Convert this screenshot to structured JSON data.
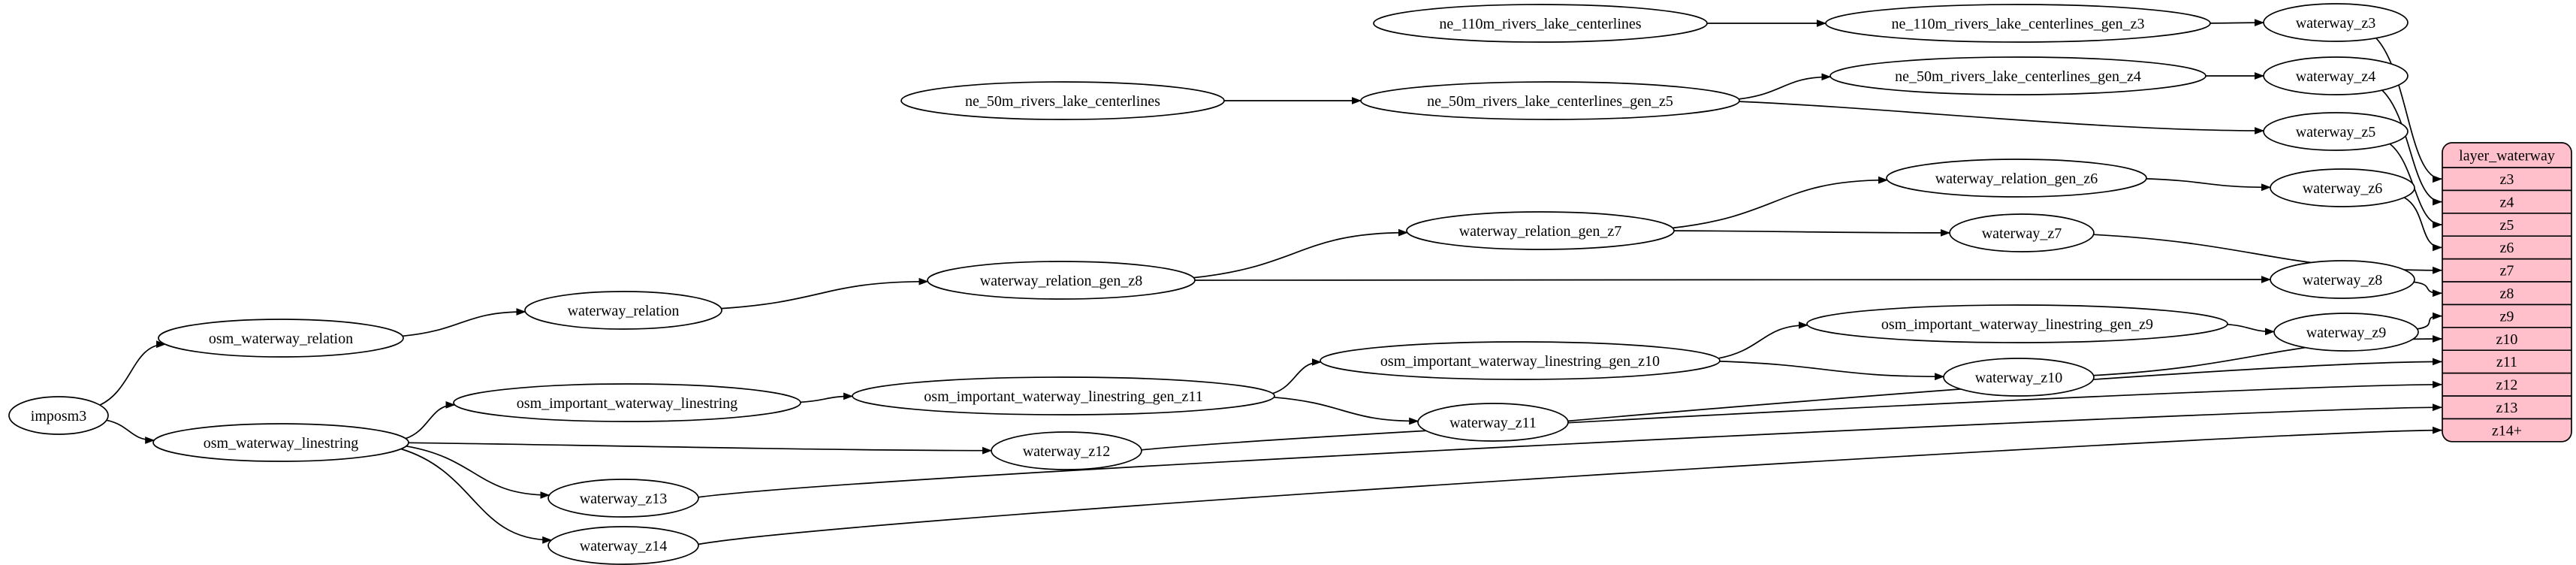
{
  "diagram": {
    "type": "graphviz-dependency-graph",
    "background": "#ffffff",
    "colors": {
      "node_fill": "#ffffff",
      "node_stroke": "#000000",
      "edge_color": "#000000",
      "record_fill": "#ffc0cb",
      "record_stroke": "#000000",
      "text_color": "#000000"
    },
    "record": {
      "title": "layer_waterway",
      "rows": [
        "z3",
        "z4",
        "z5",
        "z6",
        "z7",
        "z8",
        "z9",
        "z10",
        "z11",
        "z12",
        "z13",
        "z14+"
      ]
    },
    "nodes": [
      {
        "id": "imposm3",
        "label": "imposm3"
      },
      {
        "id": "osm_waterway_relation",
        "label": "osm_waterway_relation"
      },
      {
        "id": "osm_waterway_linestring",
        "label": "osm_waterway_linestring"
      },
      {
        "id": "waterway_relation",
        "label": "waterway_relation"
      },
      {
        "id": "waterway_relation_gen_z8",
        "label": "waterway_relation_gen_z8"
      },
      {
        "id": "waterway_relation_gen_z7",
        "label": "waterway_relation_gen_z7"
      },
      {
        "id": "waterway_relation_gen_z6",
        "label": "waterway_relation_gen_z6"
      },
      {
        "id": "ne_110m_rivers_lake_centerlines",
        "label": "ne_110m_rivers_lake_centerlines"
      },
      {
        "id": "ne_110m_rivers_lake_centerlines_gen_z3",
        "label": "ne_110m_rivers_lake_centerlines_gen_z3"
      },
      {
        "id": "ne_50m_rivers_lake_centerlines",
        "label": "ne_50m_rivers_lake_centerlines"
      },
      {
        "id": "ne_50m_rivers_lake_centerlines_gen_z5",
        "label": "ne_50m_rivers_lake_centerlines_gen_z5"
      },
      {
        "id": "ne_50m_rivers_lake_centerlines_gen_z4",
        "label": "ne_50m_rivers_lake_centerlines_gen_z4"
      },
      {
        "id": "osm_important_waterway_linestring",
        "label": "osm_important_waterway_linestring"
      },
      {
        "id": "osm_important_waterway_linestring_gen_z11",
        "label": "osm_important_waterway_linestring_gen_z11"
      },
      {
        "id": "osm_important_waterway_linestring_gen_z10",
        "label": "osm_important_waterway_linestring_gen_z10"
      },
      {
        "id": "osm_important_waterway_linestring_gen_z9",
        "label": "osm_important_waterway_linestring_gen_z9"
      },
      {
        "id": "waterway_z3",
        "label": "waterway_z3"
      },
      {
        "id": "waterway_z4",
        "label": "waterway_z4"
      },
      {
        "id": "waterway_z5",
        "label": "waterway_z5"
      },
      {
        "id": "waterway_z6",
        "label": "waterway_z6"
      },
      {
        "id": "waterway_z7",
        "label": "waterway_z7"
      },
      {
        "id": "waterway_z8",
        "label": "waterway_z8"
      },
      {
        "id": "waterway_z9",
        "label": "waterway_z9"
      },
      {
        "id": "waterway_z10",
        "label": "waterway_z10"
      },
      {
        "id": "waterway_z11",
        "label": "waterway_z11"
      },
      {
        "id": "waterway_z12",
        "label": "waterway_z12"
      },
      {
        "id": "waterway_z13",
        "label": "waterway_z13"
      },
      {
        "id": "waterway_z14",
        "label": "waterway_z14"
      }
    ],
    "edges": [
      [
        "ne_110m_rivers_lake_centerlines",
        "ne_110m_rivers_lake_centerlines_gen_z3"
      ],
      [
        "ne_110m_rivers_lake_centerlines_gen_z3",
        "waterway_z3"
      ],
      [
        "ne_50m_rivers_lake_centerlines",
        "ne_50m_rivers_lake_centerlines_gen_z5"
      ],
      [
        "ne_50m_rivers_lake_centerlines_gen_z5",
        "ne_50m_rivers_lake_centerlines_gen_z4"
      ],
      [
        "ne_50m_rivers_lake_centerlines_gen_z5",
        "waterway_z5"
      ],
      [
        "ne_50m_rivers_lake_centerlines_gen_z4",
        "waterway_z4"
      ],
      [
        "imposm3",
        "osm_waterway_relation"
      ],
      [
        "imposm3",
        "osm_waterway_linestring"
      ],
      [
        "osm_waterway_relation",
        "waterway_relation"
      ],
      [
        "waterway_relation",
        "waterway_relation_gen_z8"
      ],
      [
        "waterway_relation_gen_z8",
        "waterway_relation_gen_z7"
      ],
      [
        "waterway_relation_gen_z8",
        "waterway_z8"
      ],
      [
        "waterway_relation_gen_z7",
        "waterway_relation_gen_z6"
      ],
      [
        "waterway_relation_gen_z7",
        "waterway_z7"
      ],
      [
        "waterway_relation_gen_z6",
        "waterway_z6"
      ],
      [
        "osm_waterway_linestring",
        "osm_important_waterway_linestring"
      ],
      [
        "osm_waterway_linestring",
        "waterway_z12"
      ],
      [
        "osm_waterway_linestring",
        "waterway_z13"
      ],
      [
        "osm_waterway_linestring",
        "waterway_z14"
      ],
      [
        "osm_important_waterway_linestring",
        "osm_important_waterway_linestring_gen_z11"
      ],
      [
        "osm_important_waterway_linestring_gen_z11",
        "osm_important_waterway_linestring_gen_z10"
      ],
      [
        "osm_important_waterway_linestring_gen_z11",
        "waterway_z11"
      ],
      [
        "osm_important_waterway_linestring_gen_z10",
        "osm_important_waterway_linestring_gen_z9"
      ],
      [
        "osm_important_waterway_linestring_gen_z10",
        "waterway_z10"
      ],
      [
        "osm_important_waterway_linestring_gen_z9",
        "waterway_z9"
      ],
      [
        "waterway_z3",
        "record:z3"
      ],
      [
        "waterway_z4",
        "record:z4"
      ],
      [
        "waterway_z5",
        "record:z5"
      ],
      [
        "waterway_z6",
        "record:z6"
      ],
      [
        "waterway_z7",
        "record:z7"
      ],
      [
        "waterway_z8",
        "record:z8"
      ],
      [
        "waterway_z9",
        "record:z9"
      ],
      [
        "waterway_z10",
        "record:z10"
      ],
      [
        "waterway_z11",
        "record:z11"
      ],
      [
        "waterway_z12",
        "record:z12"
      ],
      [
        "waterway_z13",
        "record:z13"
      ],
      [
        "waterway_z14",
        "record:z14+"
      ]
    ]
  }
}
